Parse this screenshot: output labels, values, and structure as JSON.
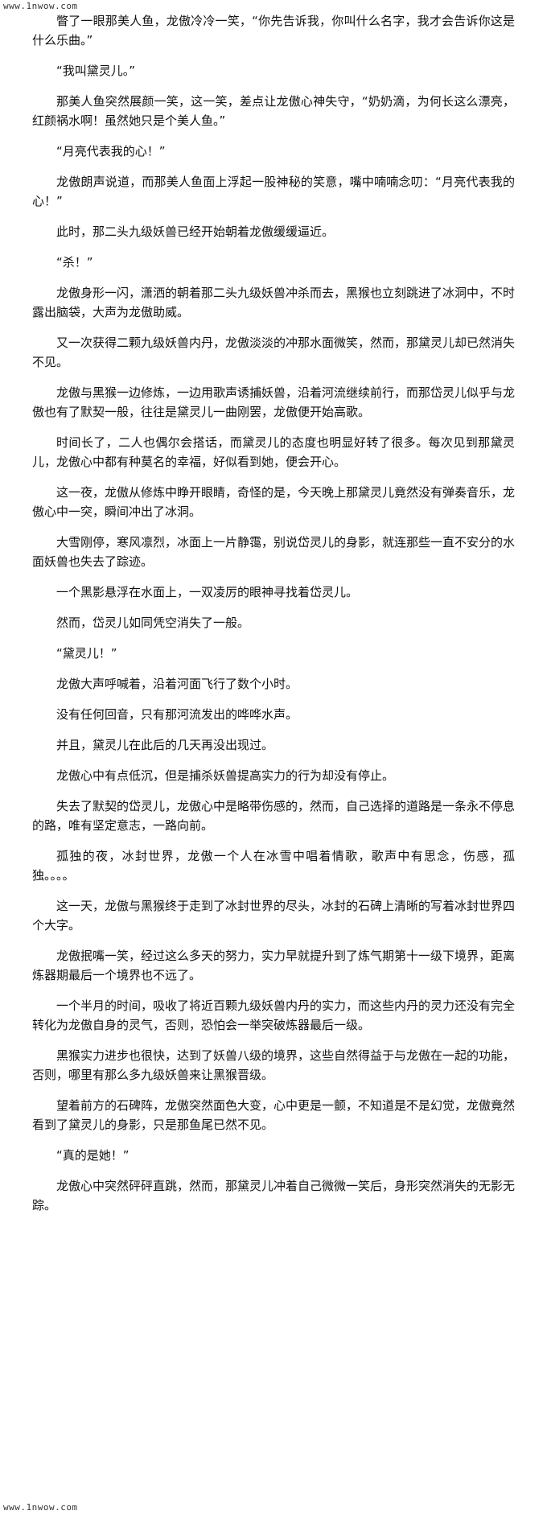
{
  "watermark_top": "www.1nwow.com",
  "watermark_bottom": "www.1nwow.com",
  "paragraphs": [
    "瞥了一眼那美人鱼，龙傲冷冷一笑，“你先告诉我，你叫什么名字，我才会告诉你这是什么乐曲。”",
    "“我叫黛灵儿。”",
    "那美人鱼突然展颜一笑，这一笑，差点让龙傲心神失守，“奶奶滴，为何长这么漂亮，红颜祸水啊！虽然她只是个美人鱼。”",
    "“月亮代表我的心！”",
    "龙傲朗声说道，而那美人鱼面上浮起一股神秘的笑意，嘴中喃喃念叨：“月亮代表我的心！”",
    "此时，那二头九级妖兽已经开始朝着龙傲缓缓逼近。",
    "“杀！”",
    "龙傲身形一闪，潇洒的朝着那二头九级妖兽冲杀而去，黑猴也立刻跳进了冰洞中，不时露出脑袋，大声为龙傲助威。",
    "又一次获得二颗九级妖兽内丹，龙傲淡淡的冲那水面微笑，然而，那黛灵儿却已然消失不见。",
    "龙傲与黑猴一边修炼，一边用歌声诱捕妖兽，沿着河流继续前行，而那岱灵儿似乎与龙傲也有了默契一般，往往是黛灵儿一曲刚罢，龙傲便开始高歌。",
    "时间长了，二人也偶尔会搭话，而黛灵儿的态度也明显好转了很多。每次见到那黛灵儿，龙傲心中都有种莫名的幸福，好似看到她，便会开心。",
    "这一夜，龙傲从修炼中睁开眼睛，奇怪的是，今天晚上那黛灵儿竟然没有弹奏音乐，龙傲心中一突，瞬间冲出了冰洞。",
    "大雪刚停，寒风凛烈，冰面上一片静霭，别说岱灵儿的身影，就连那些一直不安分的水面妖兽也失去了踪迹。",
    "一个黑影悬浮在水面上，一双凌厉的眼神寻找着岱灵儿。",
    "然而，岱灵儿如同凭空消失了一般。",
    "“黛灵儿！”",
    "龙傲大声呼喊着，沿着河面飞行了数个小时。",
    "没有任何回音，只有那河流发出的哗哗水声。",
    "并且，黛灵儿在此后的几天再没出现过。",
    "龙傲心中有点低沉，但是捕杀妖兽提高实力的行为却没有停止。",
    "失去了默契的岱灵儿，龙傲心中是略带伤感的，然而，自己选择的道路是一条永不停息的路，唯有坚定意志，一路向前。",
    "孤独的夜，冰封世界，龙傲一个人在冰雪中唱着情歌，歌声中有思念，伤感，孤独。。。。",
    "这一天，龙傲与黑猴终于走到了冰封世界的尽头，冰封的石碑上清晰的写着冰封世界四个大字。",
    "龙傲抿嘴一笑，经过这么多天的努力，实力早就提升到了炼气期第十一级下境界，距离炼器期最后一个境界也不远了。",
    "一个半月的时间，吸收了将近百颗九级妖兽内丹的实力，而这些内丹的灵力还没有完全转化为龙傲自身的灵气，否则，恐怕会一举突破炼器最后一级。",
    "黑猴实力进步也很快，达到了妖兽八级的境界，这些自然得益于与龙傲在一起的功能，否则，哪里有那么多九级妖兽来让黑猴晋级。",
    "望着前方的石碑阵，龙傲突然面色大变，心中更是一颤，不知道是不是幻觉，龙傲竟然看到了黛灵儿的身影，只是那鱼尾已然不见。",
    "“真的是她！”",
    "龙傲心中突然砰砰直跳，然而，那黛灵儿冲着自己微微一笑后，身形突然消失的无影无踪。"
  ]
}
